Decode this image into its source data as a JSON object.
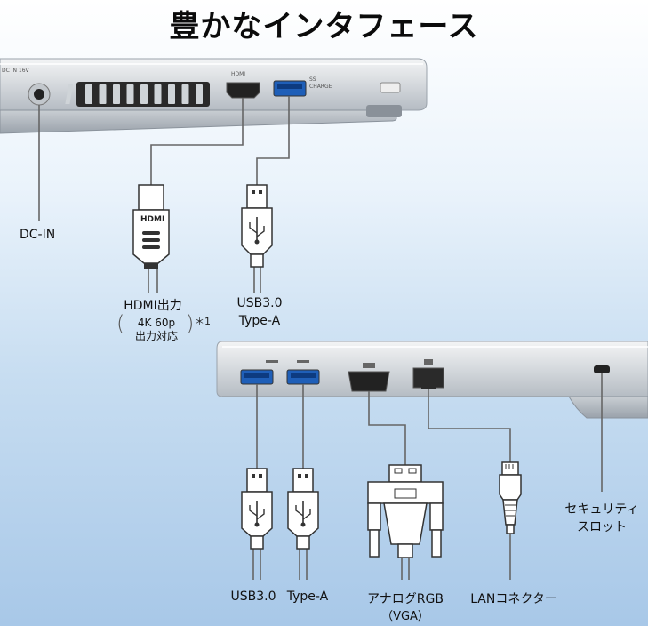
{
  "title": "豊かなインタフェース",
  "top_panel": {
    "port_marks": {
      "dc_in": "DC IN 16V",
      "hdmi": "HDMI",
      "usb": "SS",
      "charge": "CHARGE"
    },
    "labels": {
      "dc_in": "DC-IN",
      "hdmi": "HDMI出力",
      "hdmi_note_line1": "4K 60p",
      "hdmi_note_line2": "出力対応",
      "hdmi_footnote": "＊1",
      "usb_line1": "USB3.0",
      "usb_line2": "Type-A"
    },
    "connector_marks": {
      "hdmi_plug": "HDMI"
    }
  },
  "bottom_panel": {
    "labels": {
      "usb_1": "USB3.0",
      "usb_2": "Type-A",
      "vga_line1": "アナログRGB",
      "vga_line2": "（VGA）",
      "lan": "LANコネクター",
      "security_line1": "セキュリティ",
      "security_line2": "スロット"
    }
  },
  "colors": {
    "chassis": "#d9dde1",
    "chassis_dark": "#a9b0b7",
    "port_blue": "#1f5fb8",
    "cable": "#666666",
    "connector": "#f4f4f4",
    "title_text": "#0b0b0b"
  }
}
